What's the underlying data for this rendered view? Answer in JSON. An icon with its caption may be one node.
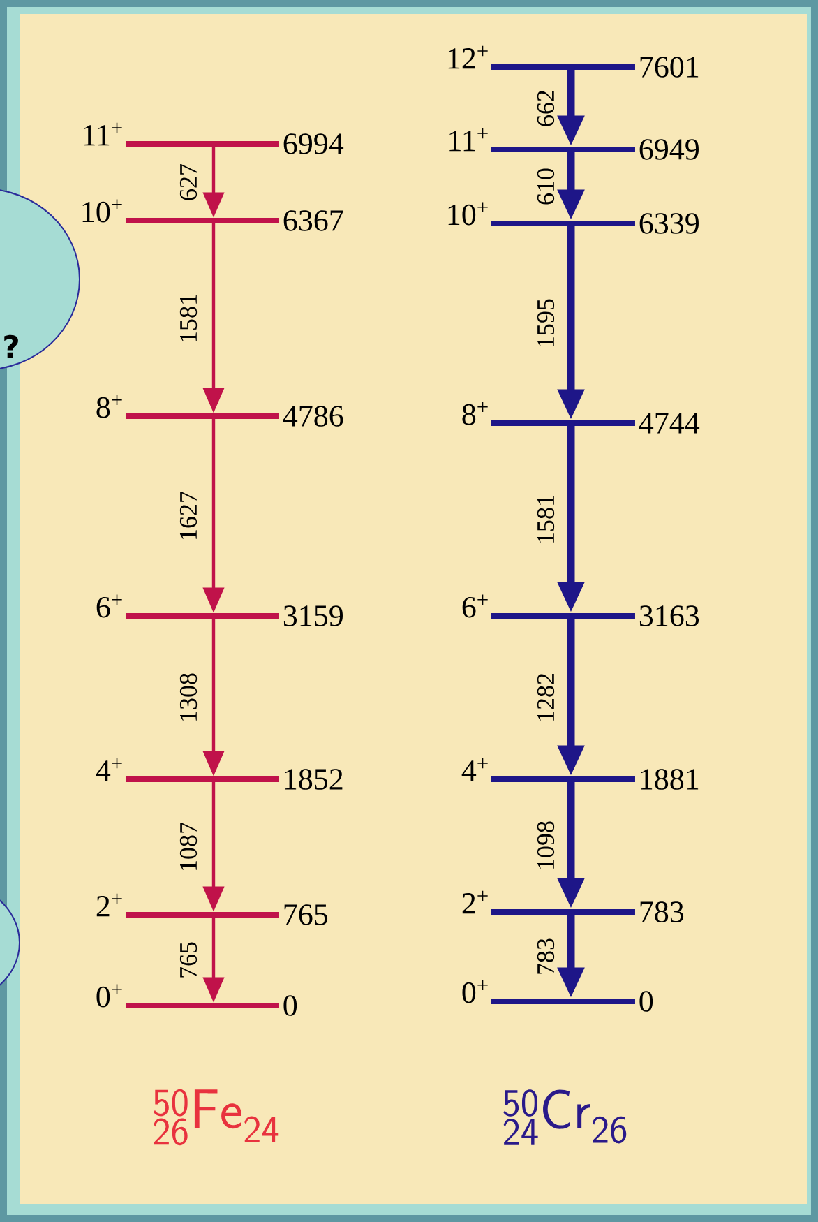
{
  "diagram": {
    "nodes": [
      {
        "text": [
          "?"
        ]
      },
      {
        "text": [],
        "shape": "circle"
      },
      {
        "text": [],
        "shape": "bar",
        "beside": [
          "11$^{+}$",
          "6994"
        ]
      },
      {
        "text": [],
        "shape": "bar",
        "beside": [
          "10$^{+}$",
          "6367"
        ]
      },
      {
        "text": [],
        "shape": "bar",
        "beside": [
          "8$^{+}$",
          "4786"
        ]
      },
      {
        "text": [],
        "shape": "bar",
        "beside": [
          "6$^{+}$",
          "3159"
        ]
      },
      {
        "text": [],
        "shape": "bar",
        "beside": [
          "4$^{+}$",
          "1852"
        ]
      },
      {
        "text": [],
        "shape": "bar",
        "beside": [
          "2$^{+}$",
          "765"
        ]
      },
      {
        "text": [],
        "shape": "bar",
        "beside": [
          "0$^{+}$",
          "0"
        ]
      },
      {
        "text": [],
        "shape": "bar",
        "beside": [
          "12$^{+}$",
          "7601"
        ]
      },
      {
        "text": [],
        "shape": "bar",
        "beside": [
          "11$^{+}$",
          "6949"
        ]
      },
      {
        "text": [],
        "shape": "bar",
        "beside": [
          "10$^{+}$",
          "6339"
        ]
      },
      {
        "text": [],
        "shape": "bar",
        "beside": [
          "8$^{+}$",
          "4744"
        ]
      },
      {
        "text": [],
        "shape": "bar",
        "beside": [
          "6$^{+}$",
          "3163"
        ]
      },
      {
        "text": [],
        "shape": "bar",
        "beside": [
          "4$^{+}$",
          "1881"
        ]
      },
      {
        "text": [],
        "shape": "bar",
        "beside": [
          "2$^{+}$",
          "783"
        ]
      },
      {
        "text": [],
        "shape": "bar",
        "beside": [
          "0$^{+}$",
          "0"
        ]
      }
    ],
    "edges": [
      {
        "from": 2,
        "to": 3,
        "arrow": "to",
        "label": "627",
        "color": "#c0124a"
      },
      {
        "from": 3,
        "to": 4,
        "arrow": "to",
        "label": "1581",
        "color": "#c0124a"
      },
      {
        "from": 4,
        "to": 5,
        "arrow": "to",
        "label": "1627",
        "color": "#c0124a"
      },
      {
        "from": 5,
        "to": 6,
        "arrow": "to",
        "label": "1308",
        "color": "#c0124a"
      },
      {
        "from": 6,
        "to": 7,
        "arrow": "to",
        "label": "1087",
        "color": "#c0124a"
      },
      {
        "from": 7,
        "to": 8,
        "arrow": "to",
        "label": "765",
        "color": "#c0124a"
      },
      {
        "from": 9,
        "to": 10,
        "arrow": "to",
        "label": "662",
        "color": "#1e1688"
      },
      {
        "from": 10,
        "to": 11,
        "arrow": "to",
        "label": "610",
        "color": "#1e1688"
      },
      {
        "from": 11,
        "to": 12,
        "arrow": "to",
        "label": "1595",
        "color": "#1e1688"
      },
      {
        "from": 12,
        "to": 13,
        "arrow": "to",
        "label": "1581",
        "color": "#1e1688"
      },
      {
        "from": 13,
        "to": 14,
        "arrow": "to",
        "label": "1282",
        "color": "#1e1688"
      },
      {
        "from": 14,
        "to": 15,
        "arrow": "to",
        "label": "1098",
        "color": "#1e1688"
      },
      {
        "from": 15,
        "to": 16,
        "arrow": "to",
        "label": "783",
        "color": "#1e1688"
      }
    ],
    "labels": [
      "{}^{\\mathsf{50}}_{\\mathsf{26}}\\mathsf{Fe}_{\\mathsf{24}}",
      "{}^{\\mathsf{50}}_{\\mathsf{24}}\\mathsf{Cr}_{\\mathsf{26}}"
    ]
  }
}
